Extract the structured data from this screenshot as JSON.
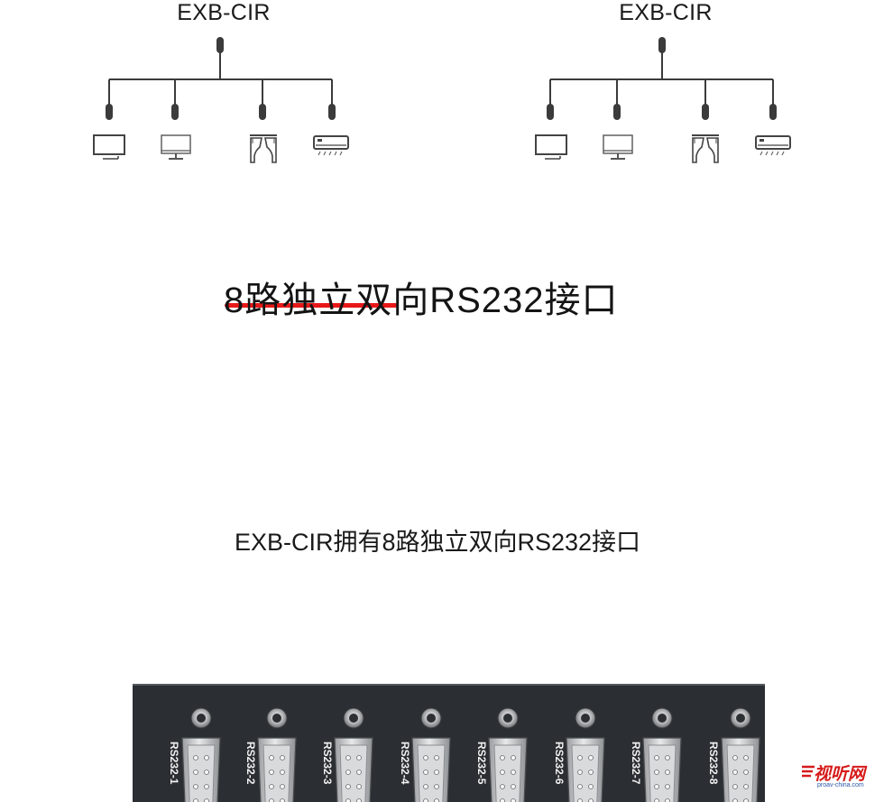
{
  "diagram": {
    "groups": [
      {
        "label": "EXB-CIR",
        "devices": [
          "tv-icon",
          "monitor-icon",
          "curtain-icon",
          "air-conditioner-icon"
        ]
      },
      {
        "label": "EXB-CIR",
        "devices": [
          "tv-icon",
          "monitor-icon",
          "curtain-icon",
          "air-conditioner-icon"
        ]
      }
    ]
  },
  "headline": {
    "text": "8路独立双向RS232接口",
    "accent_color": "#e81818"
  },
  "subtitle": "EXB-CIR拥有8路独立双向RS232接口",
  "panel": {
    "ports": [
      "RS232-1",
      "RS232-2",
      "RS232-3",
      "RS232-4",
      "RS232-5",
      "RS232-6",
      "RS232-7",
      "RS232-8"
    ]
  },
  "watermark": {
    "logo_text": "视听网",
    "domain": "proav-china.com"
  }
}
